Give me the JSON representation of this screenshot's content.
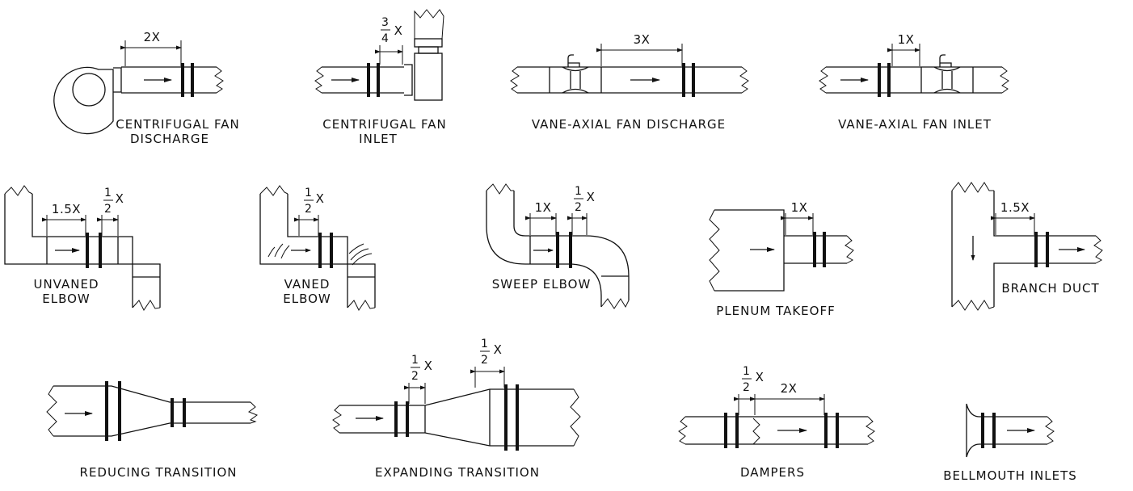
{
  "diagrams": [
    {
      "id": "centrifugal-fan-discharge",
      "label_lines": [
        "CENTRIFUGAL FAN",
        "DISCHARGE"
      ],
      "dimensions": [
        "2X"
      ]
    },
    {
      "id": "centrifugal-fan-inlet",
      "label_lines": [
        "CENTRIFUGAL FAN",
        "INLET"
      ],
      "dimensions": [
        {
          "numerator": "3",
          "denominator": "4",
          "unit": "X"
        }
      ]
    },
    {
      "id": "vane-axial-fan-discharge",
      "label_lines": [
        "VANE-AXIAL FAN DISCHARGE"
      ],
      "dimensions": [
        "3X"
      ]
    },
    {
      "id": "vane-axial-fan-inlet",
      "label_lines": [
        "VANE-AXIAL FAN INLET"
      ],
      "dimensions": [
        "1X"
      ]
    },
    {
      "id": "unvaned-elbow",
      "label_lines": [
        "UNVANED",
        "ELBOW"
      ],
      "dimensions": [
        "1.5X",
        {
          "numerator": "1",
          "denominator": "2",
          "unit": "X"
        }
      ]
    },
    {
      "id": "vaned-elbow",
      "label_lines": [
        "VANED",
        "ELBOW"
      ],
      "dimensions": [
        {
          "numerator": "1",
          "denominator": "2",
          "unit": "X"
        }
      ]
    },
    {
      "id": "sweep-elbow",
      "label_lines": [
        "SWEEP ELBOW"
      ],
      "dimensions": [
        "1X",
        {
          "numerator": "1",
          "denominator": "2",
          "unit": "X"
        }
      ]
    },
    {
      "id": "plenum-takeoff",
      "label_lines": [
        "PLENUM TAKEOFF"
      ],
      "dimensions": [
        "1X"
      ]
    },
    {
      "id": "branch-duct",
      "label_lines": [
        "BRANCH DUCT"
      ],
      "dimensions": [
        "1.5X"
      ]
    },
    {
      "id": "reducing-transition",
      "label_lines": [
        "REDUCING TRANSITION"
      ],
      "dimensions": []
    },
    {
      "id": "expanding-transition",
      "label_lines": [
        "EXPANDING TRANSITION"
      ],
      "dimensions": [
        {
          "numerator": "1",
          "denominator": "2",
          "unit": "X"
        },
        {
          "numerator": "1",
          "denominator": "2",
          "unit": "X"
        }
      ]
    },
    {
      "id": "dampers",
      "label_lines": [
        "DAMPERS"
      ],
      "dimensions": [
        {
          "numerator": "1",
          "denominator": "2",
          "unit": "X"
        },
        "2X"
      ]
    },
    {
      "id": "bellmouth-inlets",
      "label_lines": [
        "BELLMOUTH INLETS"
      ],
      "dimensions": []
    }
  ]
}
